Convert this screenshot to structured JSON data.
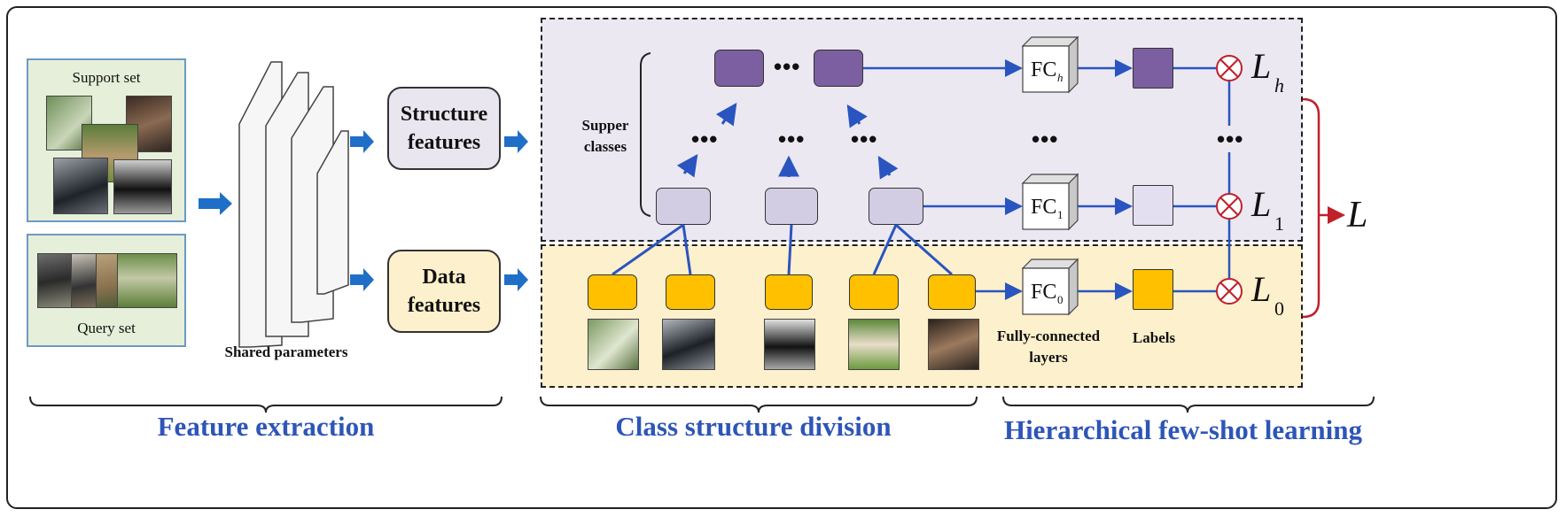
{
  "extraction": {
    "support_set_label": "Support set",
    "query_set_label": "Query set",
    "shared_parameters_label": "Shared parameters"
  },
  "features": {
    "structure": [
      "Structure",
      "features"
    ],
    "data": [
      "Data",
      "features"
    ]
  },
  "division": {
    "super_classes_label": [
      "Supper",
      "classes"
    ],
    "ellipsis": "•••"
  },
  "learning": {
    "fc_h": "FC",
    "fc_h_sub": "h",
    "fc_1": "FC",
    "fc_1_sub": "1",
    "fc_0": "FC",
    "fc_0_sub": "0",
    "fully_connected_label": [
      "Fully-connected",
      "layers"
    ],
    "labels_label": "Labels",
    "loss_h": "L",
    "loss_h_sub": "h",
    "loss_1": "L",
    "loss_1_sub": "1",
    "loss_0": "L",
    "loss_0_sub": "0",
    "loss_total": "L"
  },
  "sections": {
    "feature_extraction": "Feature extraction",
    "class_structure_division": "Class structure division",
    "hierarchical_learning": "Hierarchical few-shot learning"
  },
  "colors": {
    "arrow_blue": "#1f6fc8",
    "line_blue": "#2a55c0",
    "purple_dark": "#7b5fa0",
    "purple_light": "#d3cde3",
    "yellow_node": "#ffc000",
    "yellow_bg": "#fdf0cc",
    "lavender_bg": "#ebe8f2",
    "red": "#c0202a",
    "panel_green": "#e6efd9"
  }
}
